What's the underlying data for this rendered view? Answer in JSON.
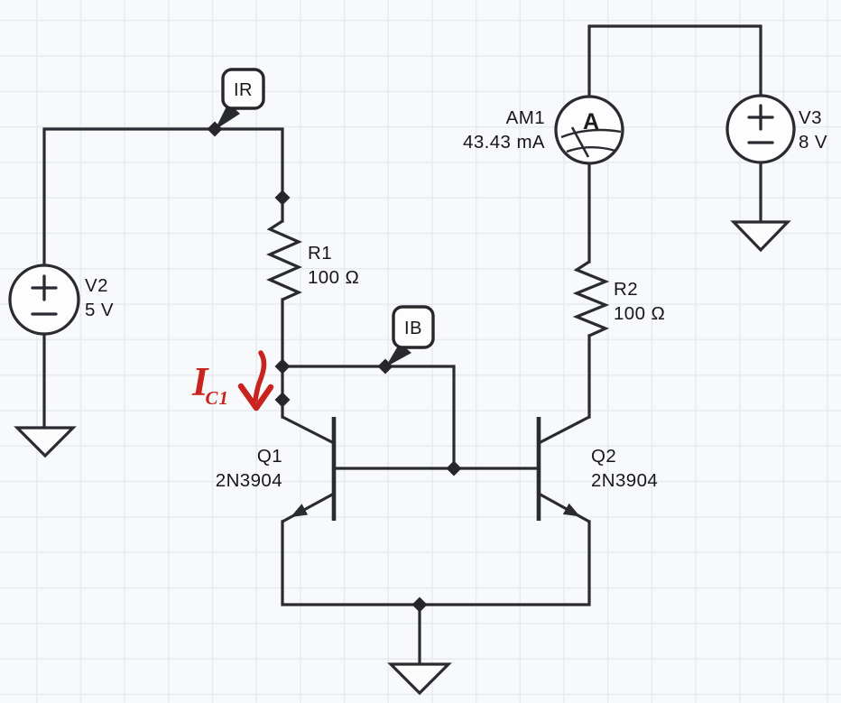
{
  "diagram": {
    "type": "circuit-schematic",
    "description": "BJT current mirror schematic with hand-drawn red annotation"
  },
  "components": {
    "v2": {
      "name": "V2",
      "value": "5 V"
    },
    "v3": {
      "name": "V3",
      "value": "8 V"
    },
    "r1": {
      "name": "R1",
      "value": "100 Ω"
    },
    "r2": {
      "name": "R2",
      "value": "100 Ω"
    },
    "q1": {
      "name": "Q1",
      "part": "2N3904"
    },
    "q2": {
      "name": "Q2",
      "part": "2N3904"
    },
    "am1": {
      "name": "AM1",
      "reading": "43.43 mA",
      "dial_letter": "A"
    }
  },
  "probes": {
    "ir": {
      "label": "IR"
    },
    "ib": {
      "label": "IB"
    }
  },
  "annotation": {
    "symbol": "I",
    "subscript": "C1",
    "meaning": "hand-drawn red current arrow pointing down"
  },
  "colors": {
    "wire": "#2a2a31",
    "background": "#f8f9fb",
    "grid": "#e7eaf1",
    "annotation_red": "#c8231e",
    "text": "#17171a"
  }
}
